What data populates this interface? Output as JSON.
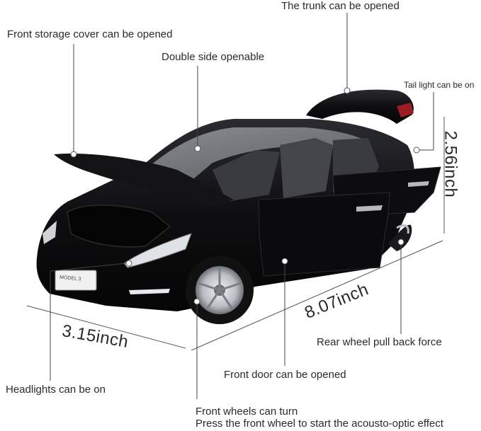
{
  "callouts": {
    "trunk": "The trunk can be opened",
    "front_storage": "Front storage cover can be opened",
    "double_side": "Double side openable",
    "tail_light": "Tail light can be on",
    "rear_wheel": "Rear wheel pull back force",
    "front_door": "Front door can be opened",
    "headlights": "Headlights can be on",
    "front_wheels_line1": "Front wheels can turn",
    "front_wheels_line2": "Press the front wheel to start the acousto-optic effect"
  },
  "dimensions": {
    "height": "2.56inch",
    "length": "8.07inch",
    "width": "3.15inch"
  },
  "car": {
    "plate_text": "MODEL 3",
    "body_color": "#0d0d0f",
    "interior_color": "#3a3b40",
    "rim_color": "#c9ccd1"
  }
}
